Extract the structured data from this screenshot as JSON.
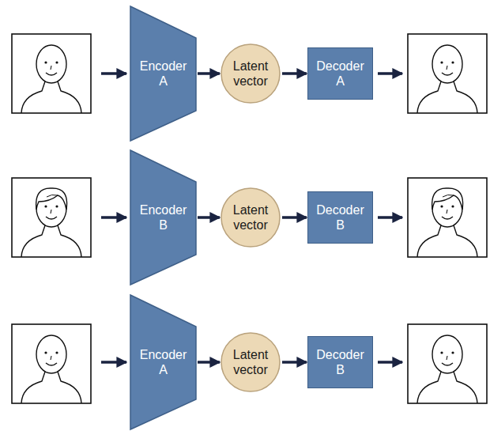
{
  "diagram": {
    "nodes": [
      {
        "text": [
          "Encoder A"
        ]
      },
      {
        "text": [
          "Latent vector"
        ]
      },
      {
        "text": [
          "Decoder A"
        ]
      },
      {
        "text": [
          "Encoder B"
        ]
      },
      {
        "text": [
          "Latent vector"
        ]
      },
      {
        "text": [
          "Decoder B"
        ]
      },
      {
        "text": [
          "Encoder A"
        ]
      },
      {
        "text": [
          "Latent vector"
        ]
      },
      {
        "text": [
          "Decoder B"
        ]
      }
    ],
    "edges": [
      {
        "from": 0,
        "to": 1,
        "arrow": "to"
      },
      {
        "from": 1,
        "to": 2,
        "arrow": "to"
      },
      {
        "from": 3,
        "to": 4,
        "arrow": "to"
      },
      {
        "from": 4,
        "to": 5,
        "arrow": "to"
      },
      {
        "from": 6,
        "to": 7,
        "arrow": "to"
      },
      {
        "from": 7,
        "to": 8,
        "arrow": "to"
      }
    ]
  }
}
